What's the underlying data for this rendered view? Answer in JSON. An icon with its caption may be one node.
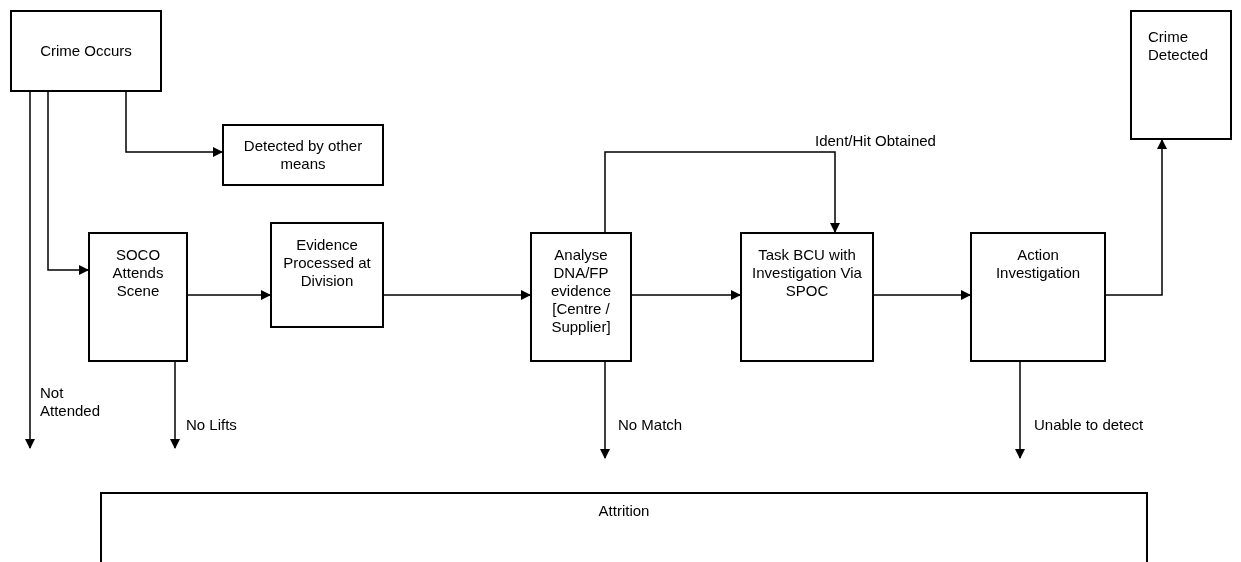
{
  "diagram": {
    "nodes": [
      {
        "text": [
          "Crime Occurs"
        ]
      },
      {
        "text": [
          "Detected by other means"
        ]
      },
      {
        "text": [
          "SOCO Attends Scene"
        ]
      },
      {
        "text": [
          "Evidence Processed at Division"
        ]
      },
      {
        "text": [
          "Analyse DNA/FP evidence [Centre / Supplier]"
        ]
      },
      {
        "text": [
          "Task BCU with Investigation Via SPOC"
        ]
      },
      {
        "text": [
          "Action Investigation"
        ]
      },
      {
        "text": [
          "Crime Detected"
        ]
      },
      {
        "text": [
          "Attrition"
        ]
      }
    ],
    "edges": [
      {
        "from": 0,
        "to": 1,
        "arrow": "to"
      },
      {
        "from": 0,
        "to": 2,
        "arrow": "to"
      },
      {
        "from": 0,
        "to": null,
        "arrow": "to",
        "label": "Not Attended"
      },
      {
        "from": 2,
        "to": null,
        "arrow": "to",
        "label": "No Lifts"
      },
      {
        "from": 2,
        "to": 3,
        "arrow": "to"
      },
      {
        "from": 3,
        "to": 4,
        "arrow": "to"
      },
      {
        "from": 4,
        "to": 5,
        "arrow": "to"
      },
      {
        "from": 4,
        "to": 5,
        "arrow": "to",
        "label": "Ident/Hit Obtained"
      },
      {
        "from": 4,
        "to": null,
        "arrow": "to",
        "label": "No Match"
      },
      {
        "from": 5,
        "to": 6,
        "arrow": "to"
      },
      {
        "from": 6,
        "to": 7,
        "arrow": "to"
      },
      {
        "from": 6,
        "to": null,
        "arrow": "to",
        "label": "Unable to detect"
      }
    ]
  }
}
